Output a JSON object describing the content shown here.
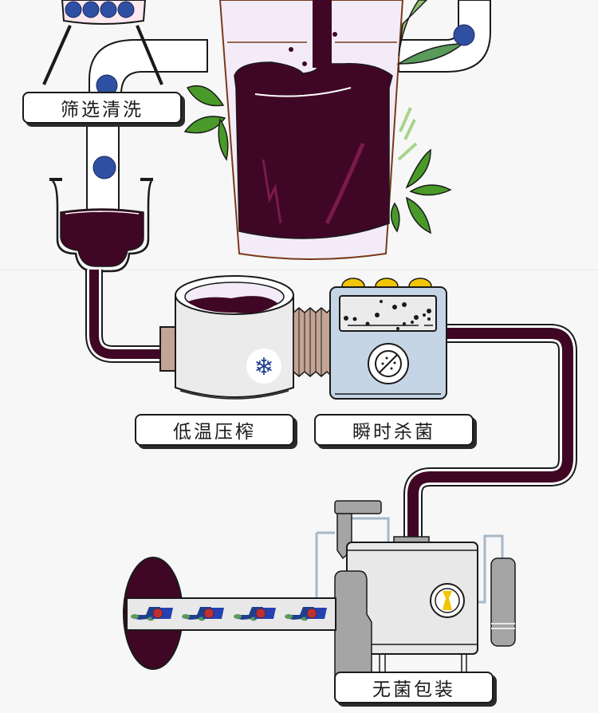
{
  "title": "蓝莓汁生产工艺流程",
  "steps": [
    {
      "id": "wash",
      "label": "筛选清洗"
    },
    {
      "id": "press",
      "label": "低温压榨"
    },
    {
      "id": "sterilize",
      "label": "瞬时杀菌"
    },
    {
      "id": "pack",
      "label": "无菌包装"
    }
  ],
  "icons": {
    "snowflake": "❄",
    "no_bacteria": "no-bacteria-icon"
  },
  "colors": {
    "background": "#f7f7f8",
    "juice": "#3f0725",
    "juice_highlight": "#7a1a4c",
    "blueberry": "#2f4fa3",
    "leaf": "#4a9a2a",
    "leaf_pale": "#a8d48c",
    "press_body": "#ebebeb",
    "press_coupling": "#c4a494",
    "sterilizer_body": "#c5d5e6",
    "knob": "#f2c500",
    "packer_body": "#e8e8e8",
    "packer_gray": "#a5a5a5",
    "outline": "#1a1a1a"
  }
}
